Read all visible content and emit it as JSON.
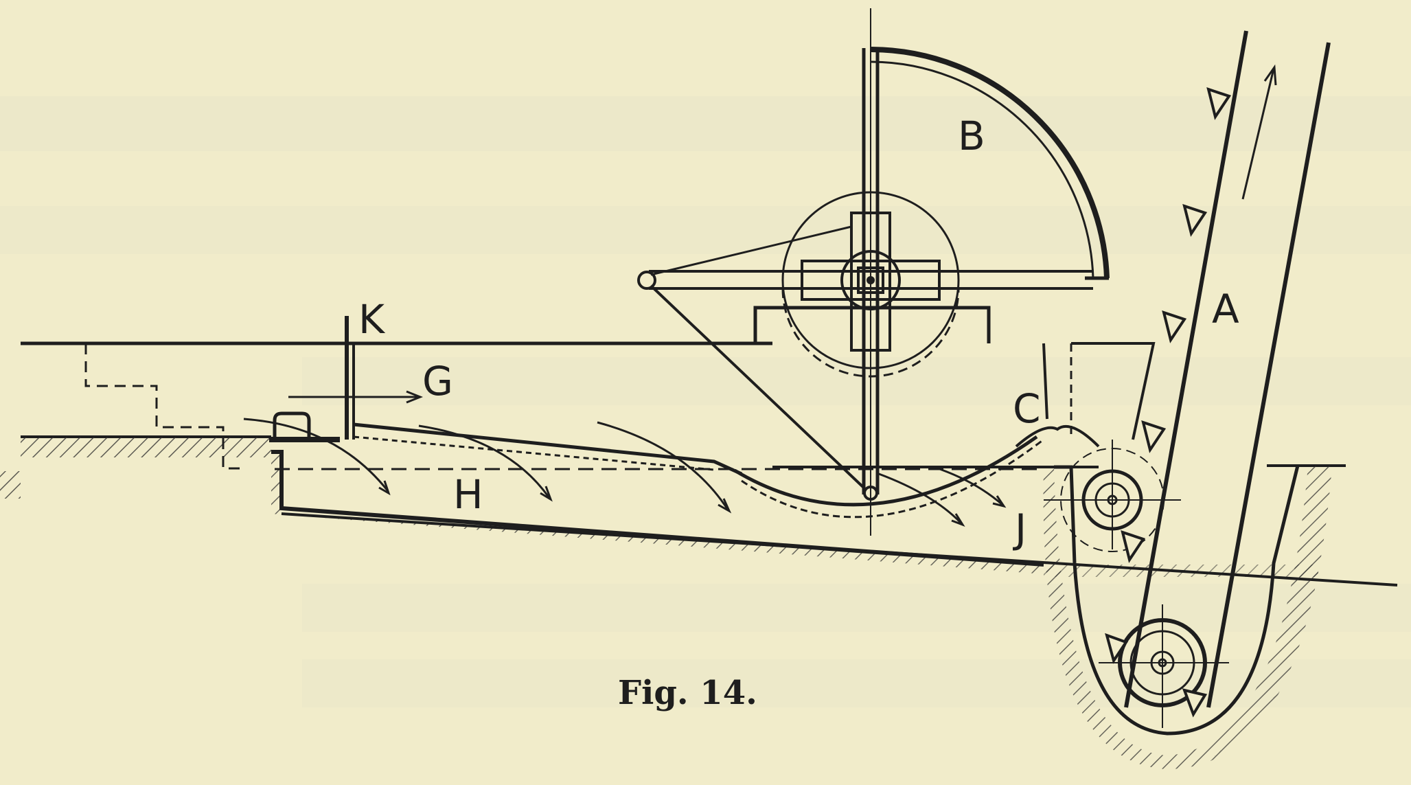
{
  "diagram": {
    "caption": "Fig. 14.",
    "labels": {
      "A": "A",
      "B": "B",
      "C": "C",
      "G": "G",
      "H": "H",
      "J": "J",
      "K": "K"
    }
  },
  "colors": {
    "paper": "#f1ecca",
    "ink": "#1e1e1e",
    "bleed_through": "#c9ccc0"
  }
}
